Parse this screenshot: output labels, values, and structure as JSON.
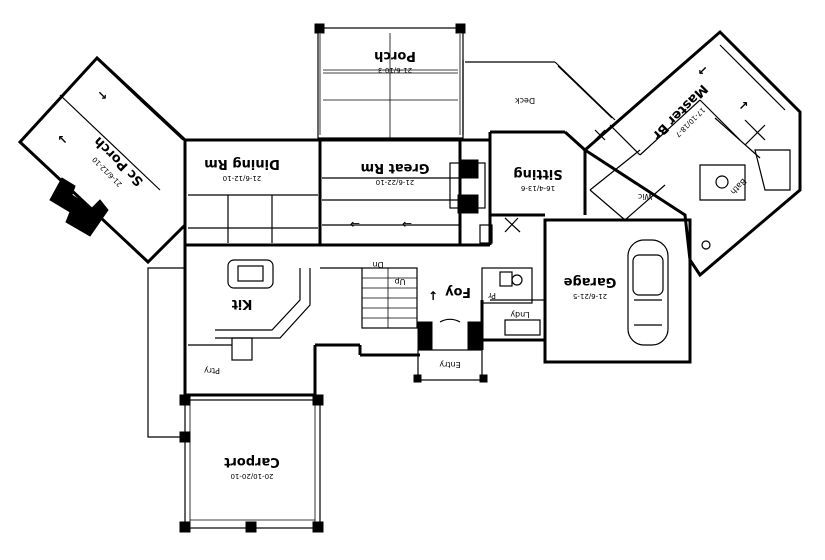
{
  "rooms": {
    "porch": {
      "name": "Porch",
      "dim": "21-6/10-3"
    },
    "great_rm": {
      "name": "Great Rm",
      "dim": "21-6/22-10"
    },
    "dining_rm": {
      "name": "Dining Rm",
      "dim": "21-6/12-10"
    },
    "sc_porch": {
      "name": "Sc Porch",
      "dim": "21-6/12-10"
    },
    "deck": {
      "name": "Deck"
    },
    "sitting": {
      "name": "Sitting",
      "dim": "16-4/13-6"
    },
    "master_br": {
      "name": "Master Br",
      "dim": "17-10/18-7"
    },
    "wic": {
      "name": "Wic"
    },
    "bath": {
      "name": "Bath"
    },
    "garage": {
      "name": "Garage",
      "dim": "21-6/21-5"
    },
    "kit": {
      "name": "Kit"
    },
    "foy": {
      "name": "Foy"
    },
    "lndy": {
      "name": "Lndy"
    },
    "pr": {
      "name": "Pr"
    },
    "ptry": {
      "name": "Ptry"
    },
    "entry": {
      "name": "Entry"
    },
    "carport": {
      "name": "Carport",
      "dim": "20-10/20-10"
    }
  },
  "stairs": {
    "up": "Up",
    "down": "Dn"
  }
}
